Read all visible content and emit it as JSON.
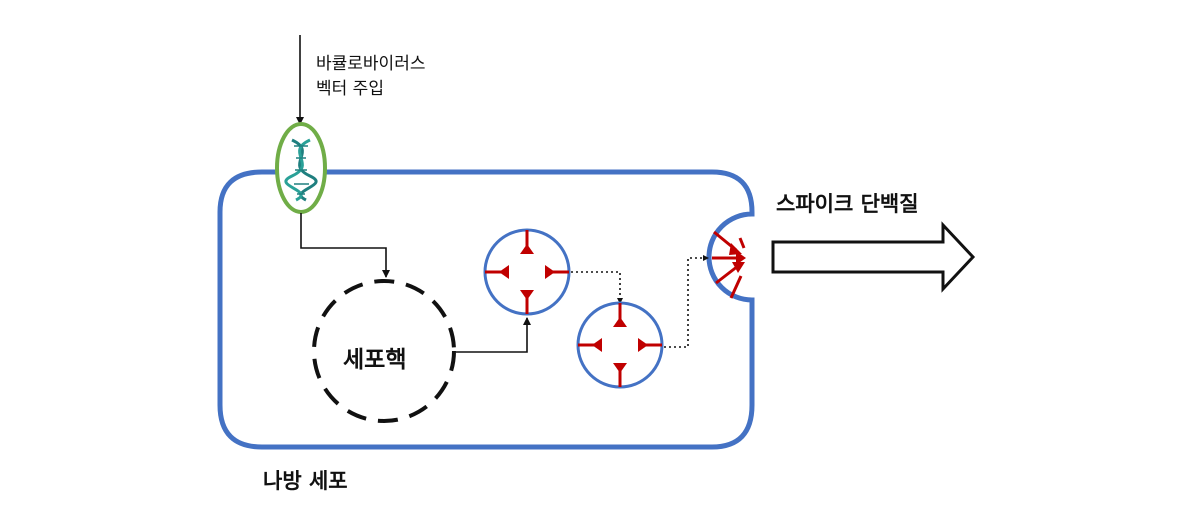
{
  "labels": {
    "vector_line1": "바큘로바이러스",
    "vector_line2": "벡터 주입",
    "nucleus": "세포핵",
    "spike_protein": "스파이크 단백질",
    "cell": "나방 세포"
  },
  "colors": {
    "cell_membrane": "#4472c4",
    "virus_outline": "#70ad47",
    "dna_strand": "#1f7f7f",
    "spike": "#c00000",
    "vesicle": "#4472c4",
    "arrow": "#111111",
    "text": "#111111"
  },
  "icons": {
    "virus": "baculovirus-dna-icon",
    "spike": "spike-protein-icon"
  }
}
